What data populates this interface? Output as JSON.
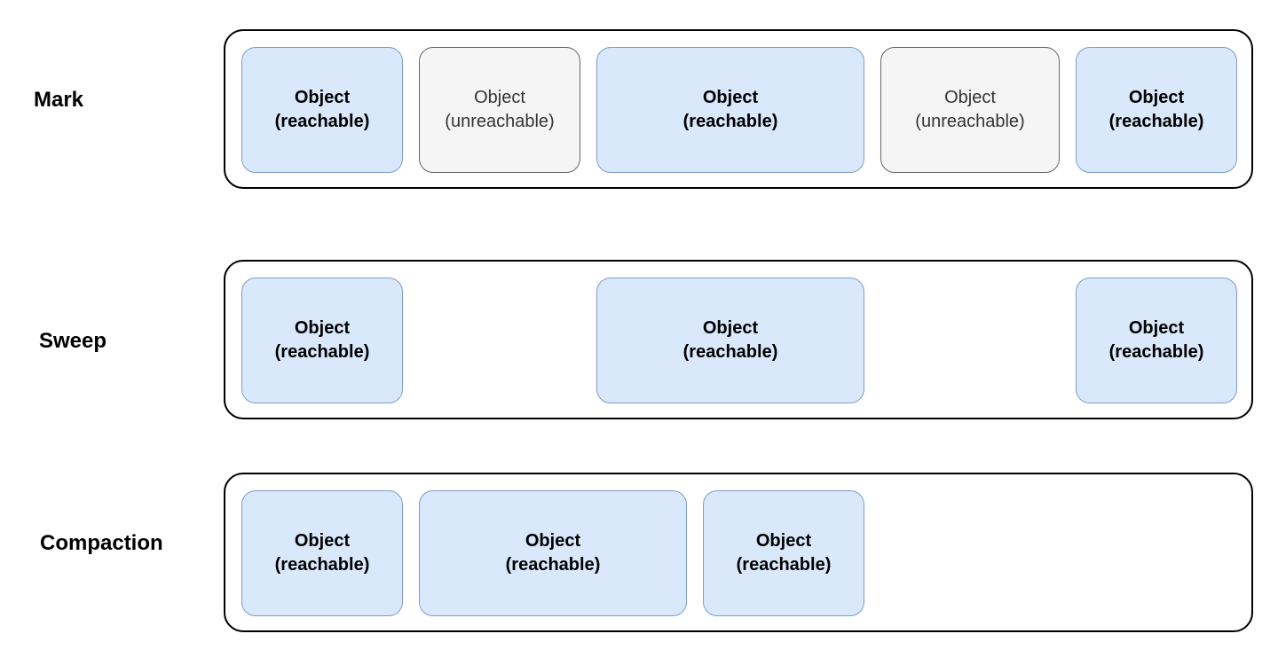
{
  "colors": {
    "reachable_fill": "#dae8fc",
    "reachable_stroke": "#7e9ccc",
    "unreachable_fill": "#f5f5f5",
    "unreachable_stroke": "#666666"
  },
  "phases": [
    {
      "label": "Mark",
      "objects": [
        {
          "title": "Object",
          "state": "(reachable)"
        },
        {
          "title": "Object",
          "state": "(unreachable)"
        },
        {
          "title": "Object",
          "state": "(reachable)"
        },
        {
          "title": "Object",
          "state": "(unreachable)"
        },
        {
          "title": "Object",
          "state": "(reachable)"
        }
      ]
    },
    {
      "label": "Sweep",
      "objects": [
        {
          "title": "Object",
          "state": "(reachable)"
        },
        {
          "title": "Object",
          "state": "(reachable)"
        },
        {
          "title": "Object",
          "state": "(reachable)"
        }
      ]
    },
    {
      "label": "Compaction",
      "objects": [
        {
          "title": "Object",
          "state": "(reachable)"
        },
        {
          "title": "Object",
          "state": "(reachable)"
        },
        {
          "title": "Object",
          "state": "(reachable)"
        }
      ]
    }
  ]
}
